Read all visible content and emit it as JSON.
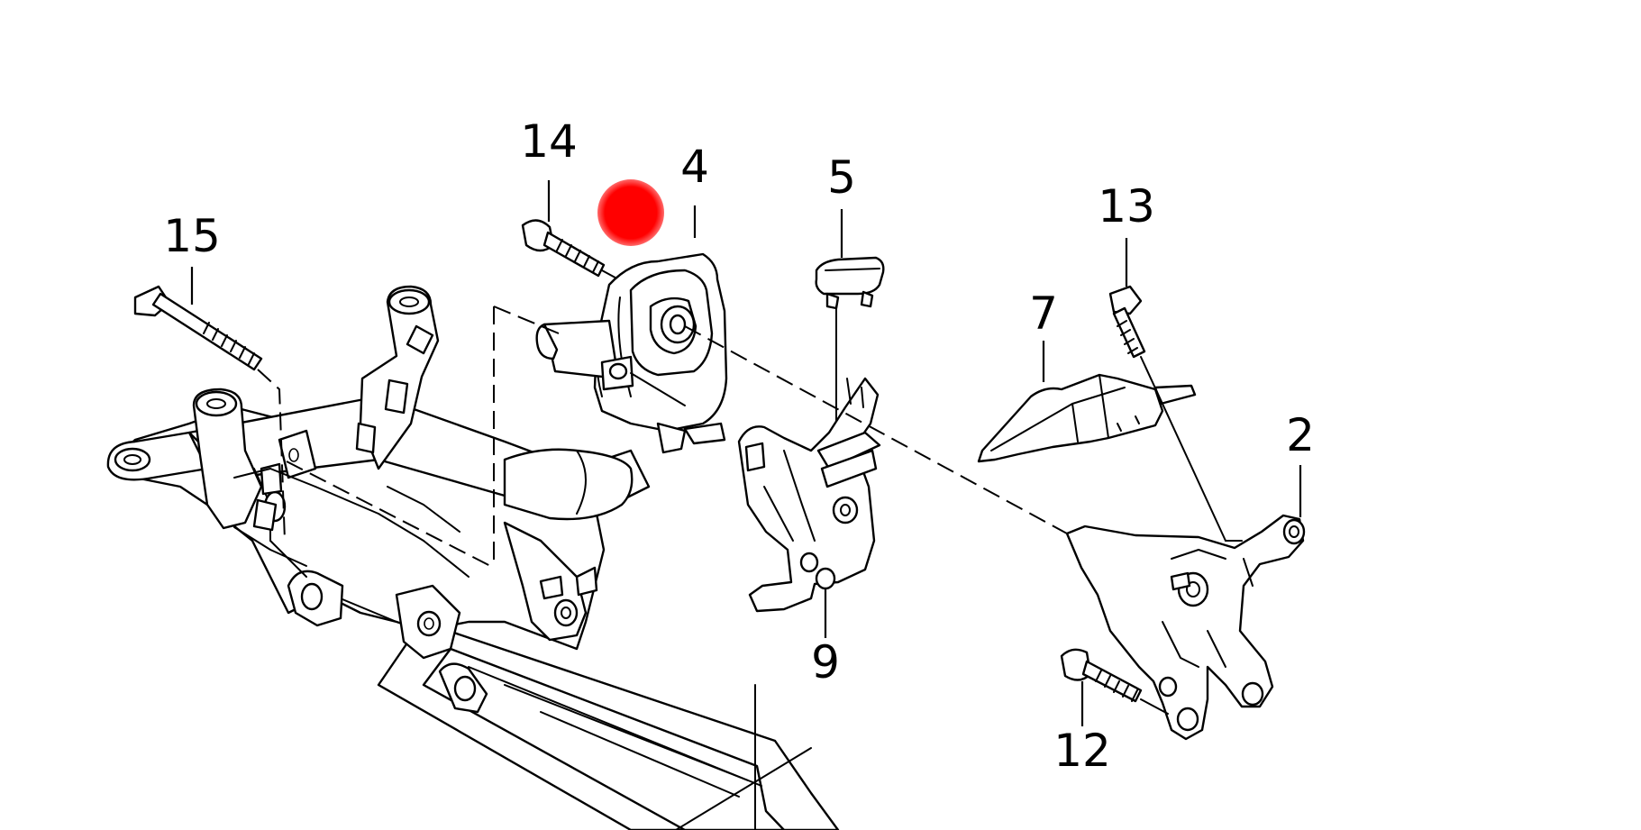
{
  "diagram": {
    "callouts": [
      {
        "id": "15",
        "text": "15"
      },
      {
        "id": "14",
        "text": "14"
      },
      {
        "id": "4",
        "text": "4"
      },
      {
        "id": "5",
        "text": "5"
      },
      {
        "id": "13",
        "text": "13"
      },
      {
        "id": "7",
        "text": "7"
      },
      {
        "id": "2",
        "text": "2"
      },
      {
        "id": "9",
        "text": "9"
      },
      {
        "id": "12",
        "text": "12"
      }
    ],
    "marker_color": "#ff0000",
    "line_color": "#000000",
    "background_color": "#ffffff"
  }
}
